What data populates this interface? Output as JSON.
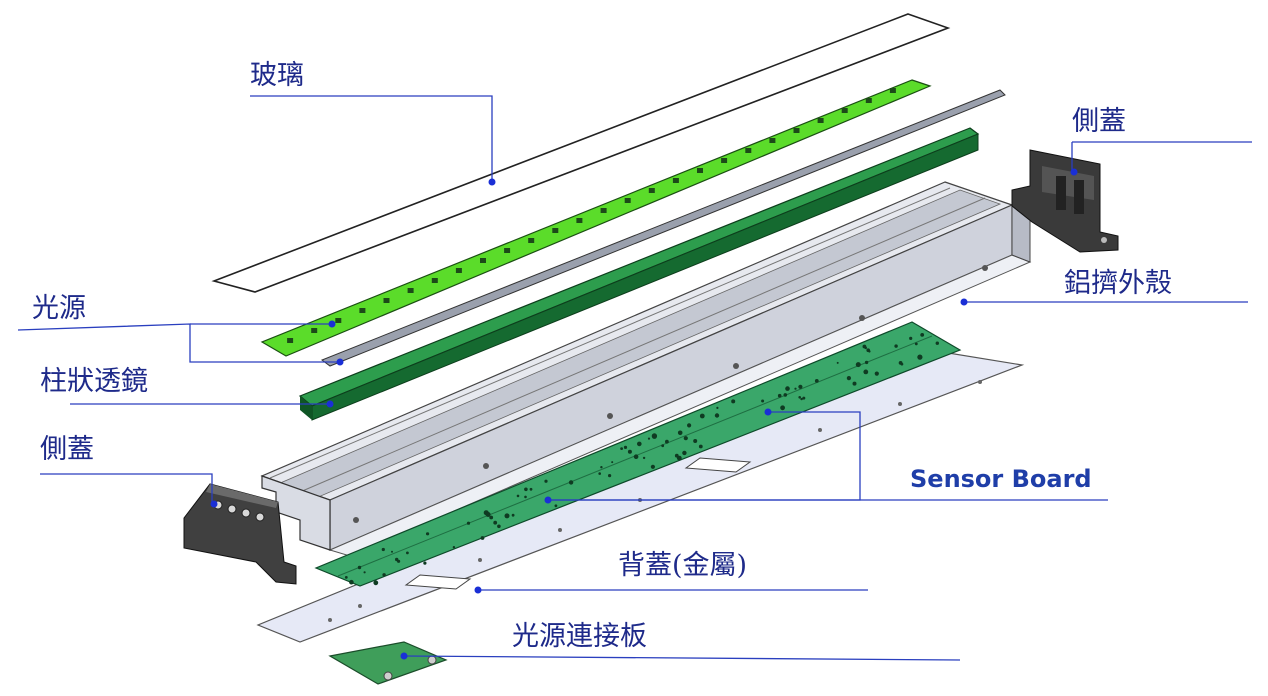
{
  "labels": {
    "glass": "玻璃",
    "side_cover_right": "側蓋",
    "aluminum_housing": "鋁擠外殼",
    "light_source": "光源",
    "rod_lens": "柱狀透鏡",
    "side_cover_left": "側蓋",
    "sensor_board": "Sensor Board",
    "back_cover": "背蓋(金屬)",
    "light_source_connector_board": "光源連接板"
  },
  "colors": {
    "label_text": "#1e2a8a",
    "leader_line": "#2a3fbf",
    "led_board_green": "#5bdc2a",
    "lens_green": "#1c8a3c",
    "sensor_board_green": "#3aa76a",
    "housing_gray": "#cfd2dc",
    "side_cover_dark": "#3a3a3a",
    "back_cover_light": "#e6e9f6"
  }
}
